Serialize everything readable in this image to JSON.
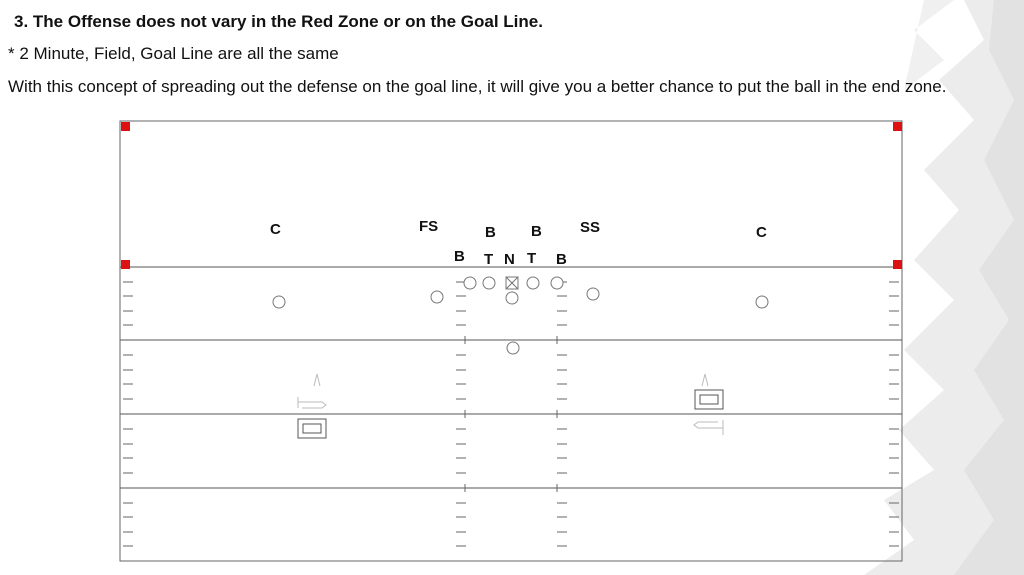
{
  "slide": {
    "heading": "3.  The Offense does not vary in the Red Zone or on the Goal Line.",
    "bullet": "*  2 Minute, Field, Goal Line are all the same",
    "paragraph": "With this concept of spreading out the defense on the goal line, it will give you a better chance to put the ball in the end zone."
  },
  "defense_labels": {
    "corner_left": "C",
    "free_safety": "FS",
    "backer_top_left": "B",
    "backer_top_right": "B",
    "strong_safety": "SS",
    "corner_right": "C",
    "backer_left": "B",
    "tackle_left": "T",
    "nose": "N",
    "tackle_right": "T",
    "backer_right": "B"
  },
  "colors": {
    "corner_marker": "#dd1111",
    "field_line": "#666666",
    "brush_texture": "#e4e4e4"
  }
}
